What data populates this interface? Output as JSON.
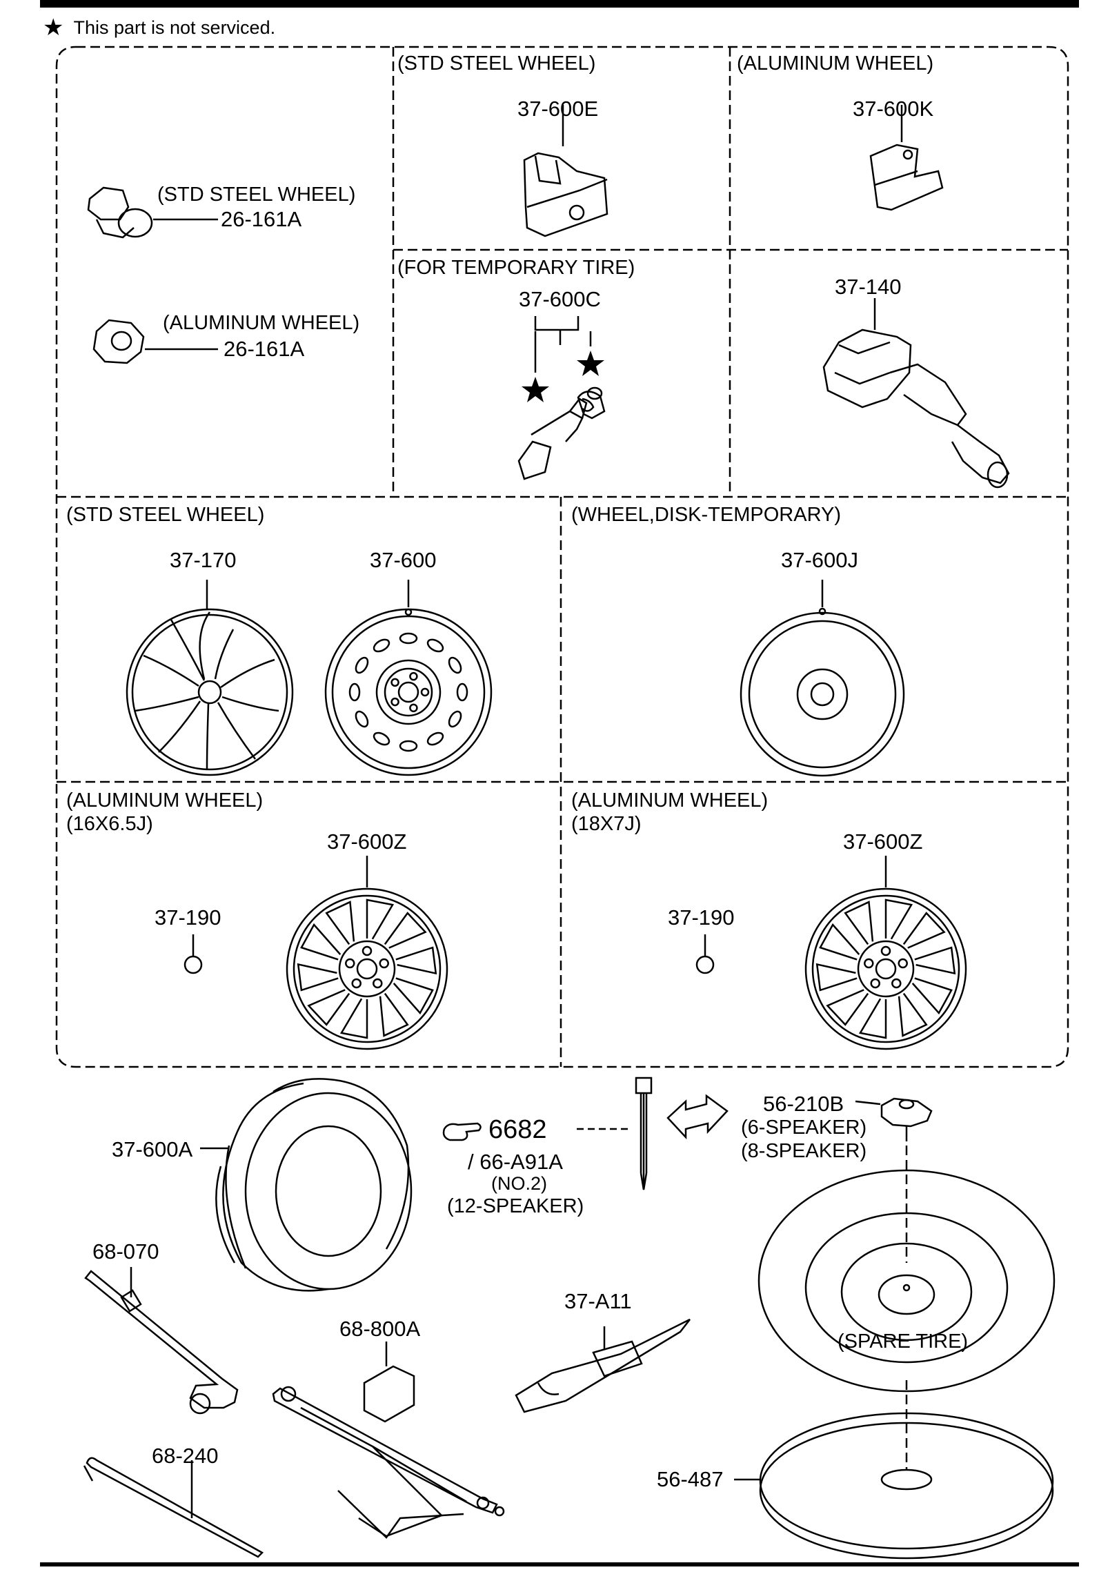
{
  "note": {
    "star": "★",
    "text": "This part is not serviced."
  },
  "panels": {
    "nuts": {
      "std_label": "(STD STEEL WHEEL)",
      "std_part": "26-161A",
      "alu_label": "(ALUMINUM WHEEL)",
      "alu_part": "26-161A"
    },
    "std_cap": {
      "header": "(STD STEEL WHEEL)",
      "part": "37-600E"
    },
    "alu_cap": {
      "header": "(ALUMINUM WHEEL)",
      "part": "37-600K"
    },
    "temp_valve": {
      "header": "(FOR TEMPORARY TIRE)",
      "part": "37-600C"
    },
    "tpms": {
      "part": "37-140"
    },
    "std_wheel": {
      "header": "(STD STEEL WHEEL)",
      "cover_part": "37-170",
      "wheel_part": "37-600"
    },
    "temp_wheel": {
      "header": "(WHEEL,DISK-TEMPORARY)",
      "part": "37-600J"
    },
    "alu16": {
      "header": "(ALUMINUM WHEEL)",
      "size": "(16X6.5J)",
      "cap_part": "37-190",
      "wheel_part": "37-600Z"
    },
    "alu18": {
      "header": "(ALUMINUM WHEEL)",
      "size": "(18X7J)",
      "cap_part": "37-190",
      "wheel_part": "37-600Z"
    }
  },
  "lower": {
    "tire": "37-600A",
    "ref_number": "6682",
    "ref_sub": "/ 66-A91A",
    "ref_no": "(NO.2)",
    "ref_speaker": "(12-SPEAKER)",
    "knob_part": "56-210B",
    "knob_6": "(6-SPEAKER)",
    "knob_8": "(8-SPEAKER)",
    "wrench": "68-070",
    "jack": "68-800A",
    "strap": "37-A11",
    "spare_label": "(SPARE TIRE)",
    "bar": "68-240",
    "mat": "56-487"
  }
}
